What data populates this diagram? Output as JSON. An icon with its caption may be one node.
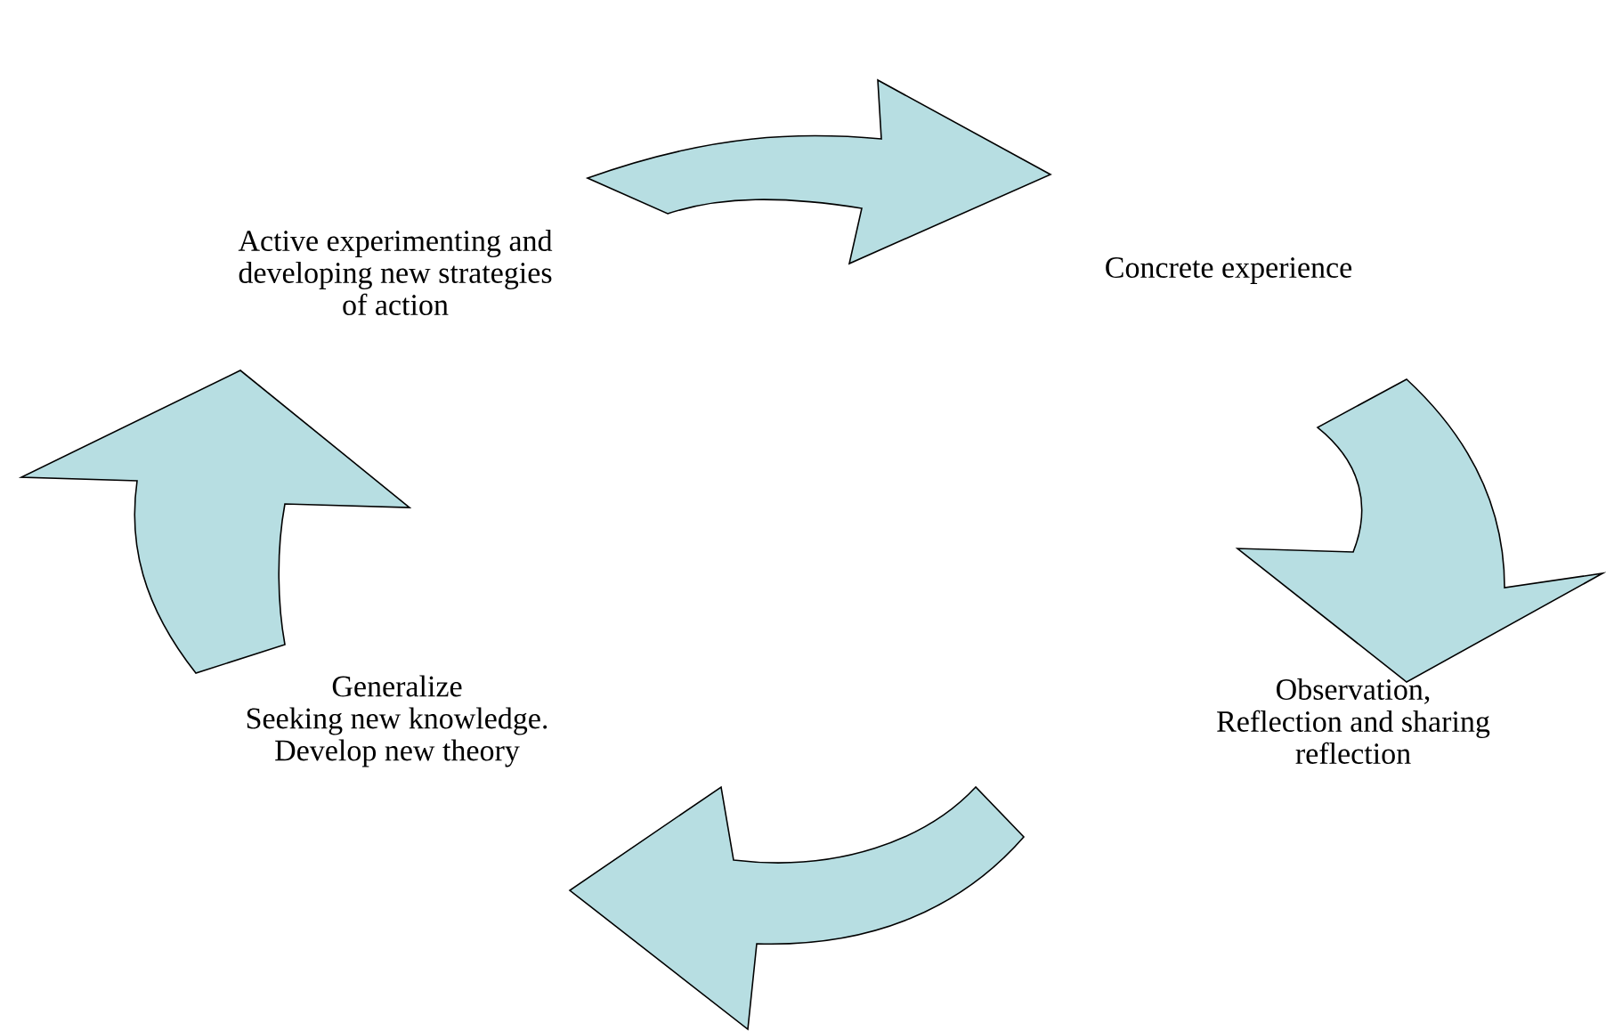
{
  "diagram": {
    "nodes": [
      {
        "text": [
          "Concrete experience"
        ]
      },
      {
        "text": [
          "Observation, Reflection and sharing reflection"
        ]
      },
      {
        "text": [
          "Generalize",
          "Seeking new knowledge. Develop new theory"
        ]
      },
      {
        "text": [
          "Active experimenting and developing new strategies of action"
        ]
      }
    ],
    "edges": [
      {
        "from": 3,
        "to": 0,
        "arrow": "to"
      },
      {
        "from": 0,
        "to": 1,
        "arrow": "to"
      },
      {
        "from": 1,
        "to": 2,
        "arrow": "to"
      },
      {
        "from": 2,
        "to": 3,
        "arrow": "to"
      }
    ]
  }
}
